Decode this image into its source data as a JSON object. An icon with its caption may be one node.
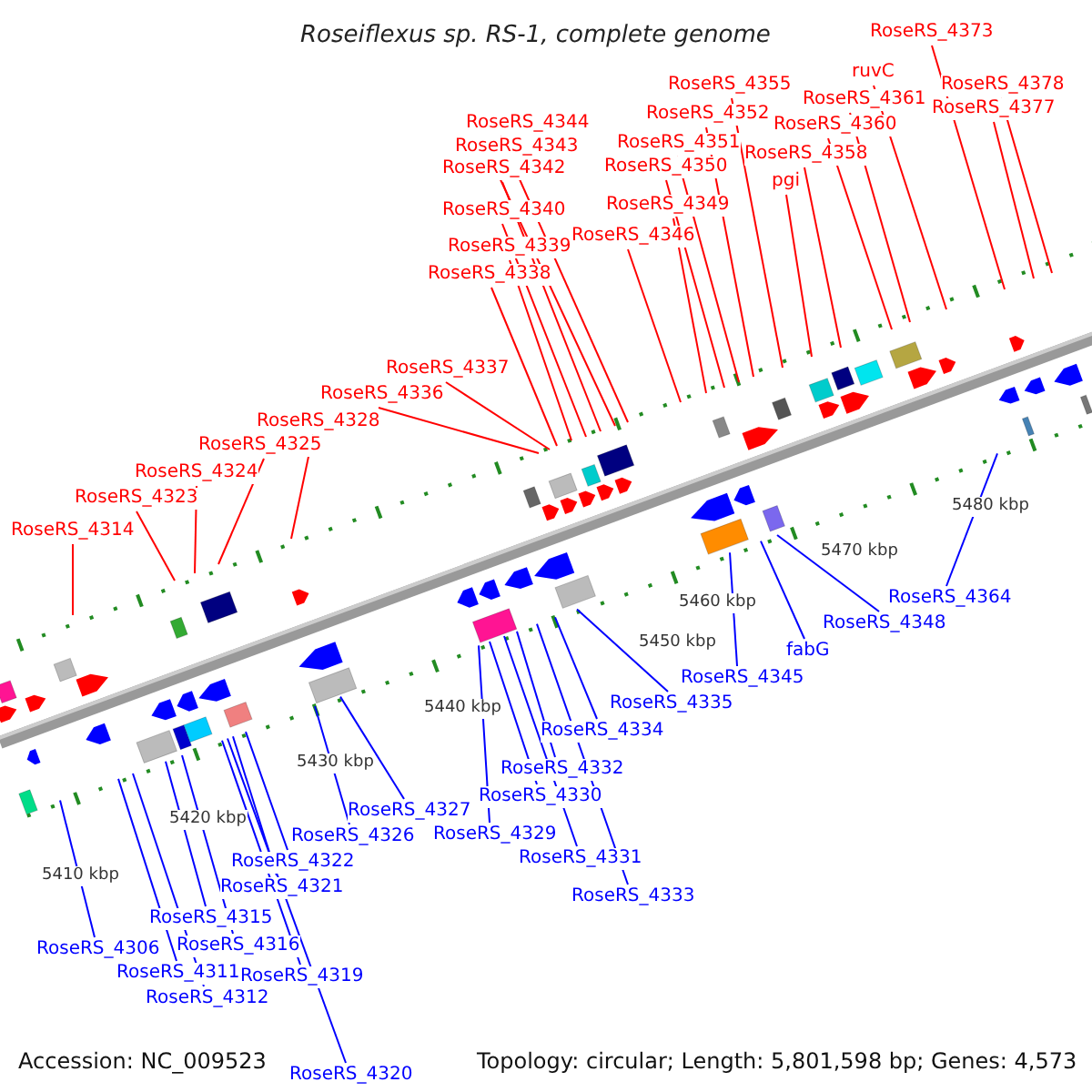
{
  "diagram": {
    "title": "Roseiflexus sp. RS-1, complete genome",
    "nodes": [
      {
        "text": [
          "RoseRS_4373"
        ]
      },
      {
        "text": [
          "ruvC"
        ]
      },
      {
        "text": [
          "RoseRS_4378"
        ]
      },
      {
        "text": [
          "RoseRS_4355"
        ]
      },
      {
        "text": [
          "RoseRS_4361"
        ]
      },
      {
        "text": [
          "RoseRS_4377"
        ]
      },
      {
        "text": [
          "RoseRS_4352"
        ]
      },
      {
        "text": [
          "RoseRS_4344"
        ]
      },
      {
        "text": [
          "RoseRS_4360"
        ]
      },
      {
        "text": [
          "RoseRS_4351"
        ]
      },
      {
        "text": [
          "RoseRS_4343"
        ]
      },
      {
        "text": [
          "RoseRS_4358"
        ]
      },
      {
        "text": [
          "RoseRS_4350"
        ]
      },
      {
        "text": [
          "RoseRS_4342"
        ]
      },
      {
        "text": [
          "pgi"
        ]
      },
      {
        "text": [
          "RoseRS_4349"
        ]
      },
      {
        "text": [
          "RoseRS_4340"
        ]
      },
      {
        "text": [
          "RoseRS_4346"
        ]
      },
      {
        "text": [
          "RoseRS_4339"
        ]
      },
      {
        "text": [
          "RoseRS_4338"
        ]
      },
      {
        "text": [
          "RoseRS_4337"
        ]
      },
      {
        "text": [
          "RoseRS_4336"
        ]
      },
      {
        "text": [
          "RoseRS_4328"
        ]
      },
      {
        "text": [
          "RoseRS_4325"
        ]
      },
      {
        "text": [
          "RoseRS_4324"
        ]
      },
      {
        "text": [
          "RoseRS_4323"
        ]
      },
      {
        "text": [
          "RoseRS_4314"
        ]
      },
      {
        "text": [
          "RoseRS_4364"
        ]
      },
      {
        "text": [
          "RoseRS_4348"
        ]
      },
      {
        "text": [
          "fabG"
        ]
      },
      {
        "text": [
          "RoseRS_4345"
        ]
      },
      {
        "text": [
          "RoseRS_4335"
        ]
      },
      {
        "text": [
          "RoseRS_4334"
        ]
      },
      {
        "text": [
          "RoseRS_4332"
        ]
      },
      {
        "text": [
          "RoseRS_4330"
        ]
      },
      {
        "text": [
          "RoseRS_4327"
        ]
      },
      {
        "text": [
          "RoseRS_4329"
        ]
      },
      {
        "text": [
          "RoseRS_4326"
        ]
      },
      {
        "text": [
          "RoseRS_4331"
        ]
      },
      {
        "text": [
          "RoseRS_4322"
        ]
      },
      {
        "text": [
          "RoseRS_4321"
        ]
      },
      {
        "text": [
          "RoseRS_4333"
        ]
      },
      {
        "text": [
          "RoseRS_4315"
        ]
      },
      {
        "text": [
          "RoseRS_4316"
        ]
      },
      {
        "text": [
          "RoseRS_4306"
        ]
      },
      {
        "text": [
          "RoseRS_4311"
        ]
      },
      {
        "text": [
          "RoseRS_4319"
        ]
      },
      {
        "text": [
          "RoseRS_4312"
        ]
      },
      {
        "text": [
          "RoseRS_4320"
        ]
      }
    ],
    "edges": [
      {
        "from": 0,
        "to": null,
        "arrow": "none"
      },
      {
        "from": 1,
        "to": null,
        "arrow": "none"
      },
      {
        "from": 2,
        "to": null,
        "arrow": "none"
      },
      {
        "from": 3,
        "to": null,
        "arrow": "none"
      },
      {
        "from": 4,
        "to": null,
        "arrow": "none"
      },
      {
        "from": 5,
        "to": null,
        "arrow": "none"
      },
      {
        "from": 6,
        "to": null,
        "arrow": "none"
      },
      {
        "from": 7,
        "to": null,
        "arrow": "none"
      },
      {
        "from": 8,
        "to": null,
        "arrow": "none"
      },
      {
        "from": 9,
        "to": null,
        "arrow": "none"
      },
      {
        "from": 10,
        "to": null,
        "arrow": "none"
      },
      {
        "from": 11,
        "to": null,
        "arrow": "none"
      },
      {
        "from": 12,
        "to": null,
        "arrow": "none"
      },
      {
        "from": 13,
        "to": null,
        "arrow": "none"
      },
      {
        "from": 14,
        "to": null,
        "arrow": "none"
      },
      {
        "from": 15,
        "to": null,
        "arrow": "none"
      },
      {
        "from": 16,
        "to": null,
        "arrow": "none"
      },
      {
        "from": 17,
        "to": null,
        "arrow": "none"
      },
      {
        "from": 18,
        "to": null,
        "arrow": "none"
      },
      {
        "from": 19,
        "to": null,
        "arrow": "none"
      },
      {
        "from": 20,
        "to": null,
        "arrow": "none"
      },
      {
        "from": 21,
        "to": null,
        "arrow": "none"
      },
      {
        "from": 22,
        "to": null,
        "arrow": "none"
      },
      {
        "from": 23,
        "to": null,
        "arrow": "none"
      },
      {
        "from": 24,
        "to": null,
        "arrow": "none"
      },
      {
        "from": 25,
        "to": null,
        "arrow": "none"
      },
      {
        "from": 26,
        "to": null,
        "arrow": "none"
      },
      {
        "from": 27,
        "to": null,
        "arrow": "none",
        "color": "#0000ff"
      },
      {
        "from": 28,
        "to": null,
        "arrow": "none",
        "color": "#0000ff"
      },
      {
        "from": 29,
        "to": null,
        "arrow": "none",
        "color": "#0000ff"
      },
      {
        "from": 30,
        "to": null,
        "arrow": "none",
        "color": "#0000ff"
      },
      {
        "from": 31,
        "to": null,
        "arrow": "none",
        "color": "#0000ff"
      },
      {
        "from": 32,
        "to": null,
        "arrow": "none",
        "color": "#0000ff"
      },
      {
        "from": 33,
        "to": null,
        "arrow": "none",
        "color": "#0000ff"
      },
      {
        "from": 34,
        "to": null,
        "arrow": "none",
        "color": "#0000ff"
      },
      {
        "from": 35,
        "to": null,
        "arrow": "none",
        "color": "#0000ff"
      },
      {
        "from": 36,
        "to": null,
        "arrow": "none",
        "color": "#0000ff"
      },
      {
        "from": 37,
        "to": null,
        "arrow": "none",
        "color": "#0000ff"
      },
      {
        "from": 38,
        "to": null,
        "arrow": "none",
        "color": "#0000ff"
      },
      {
        "from": 39,
        "to": null,
        "arrow": "none",
        "color": "#0000ff"
      },
      {
        "from": 40,
        "to": null,
        "arrow": "none",
        "color": "#0000ff"
      },
      {
        "from": 41,
        "to": null,
        "arrow": "none",
        "color": "#0000ff"
      },
      {
        "from": 42,
        "to": null,
        "arrow": "none",
        "color": "#0000ff"
      },
      {
        "from": 43,
        "to": null,
        "arrow": "none",
        "color": "#0000ff"
      },
      {
        "from": 44,
        "to": null,
        "arrow": "none",
        "color": "#0000ff"
      },
      {
        "from": 45,
        "to": null,
        "arrow": "none",
        "color": "#0000ff"
      },
      {
        "from": 46,
        "to": null,
        "arrow": "none",
        "color": "#0000ff"
      },
      {
        "from": 47,
        "to": null,
        "arrow": "none",
        "color": "#0000ff"
      },
      {
        "from": 48,
        "to": null,
        "arrow": "none",
        "color": "#0000ff"
      }
    ],
    "labels": [
      "5410 kbp",
      "5420 kbp",
      "5430 kbp",
      "5440 kbp",
      "5450 kbp",
      "5460 kbp",
      "5470 kbp",
      "5480 kbp",
      "Accession: NC_009523",
      "Topology: circular; Length: 5,801,598 bp; Genes: 4,573"
    ]
  }
}
